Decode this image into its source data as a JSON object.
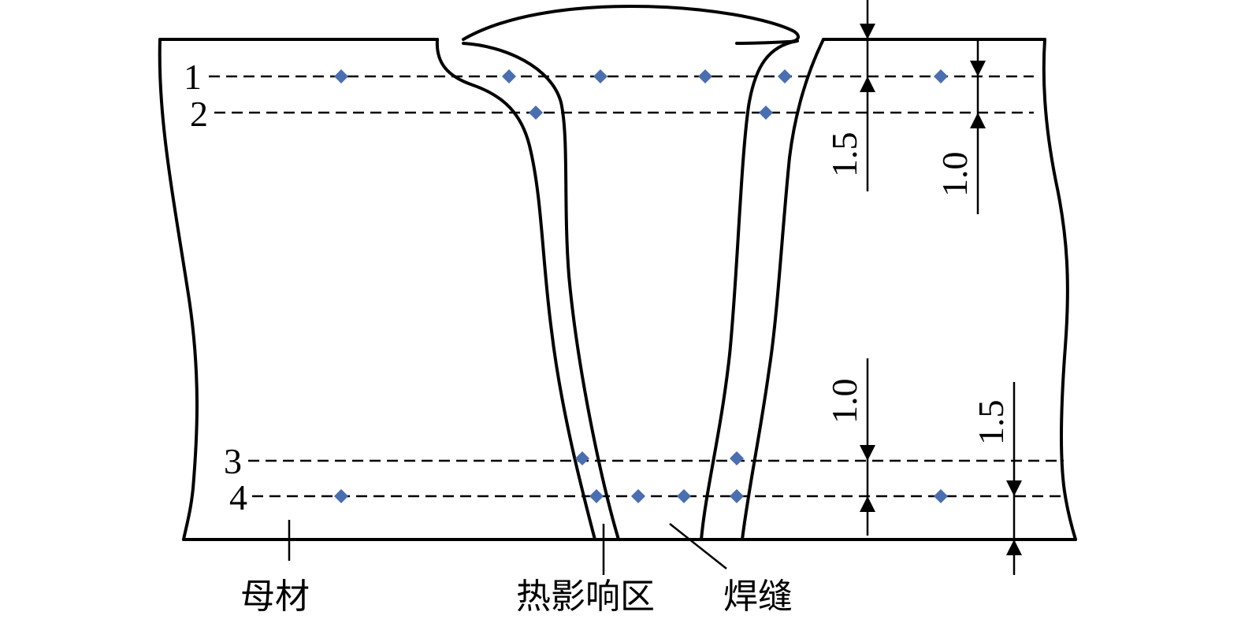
{
  "diagram": {
    "line_labels": [
      "1",
      "2",
      "3",
      "4"
    ],
    "dimensions": {
      "top_left": "1.5",
      "top_right": "1.0",
      "bottom_left": "1.0",
      "bottom_right": "1.5"
    },
    "region_labels": {
      "base_metal": "母材",
      "heat_affected_zone": "热影响区",
      "weld": "焊缝"
    },
    "point_color": "#4a6fb0",
    "measurement_points": {
      "line_1": 6,
      "line_2": 2,
      "line_3": 2,
      "line_4": 6
    }
  }
}
